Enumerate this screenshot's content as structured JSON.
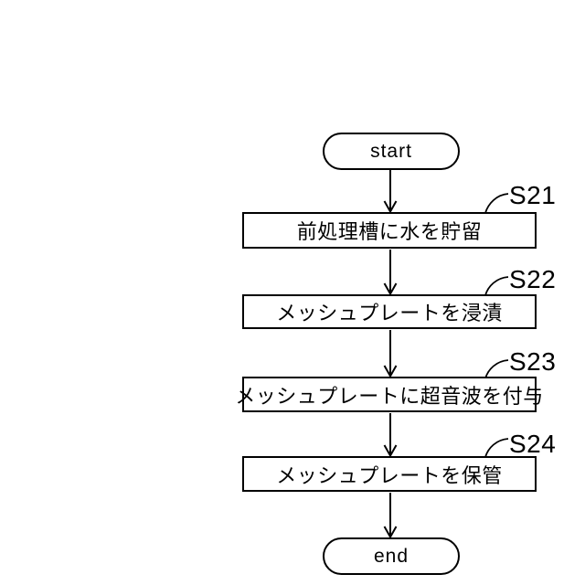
{
  "figure": {
    "type": "flowchart",
    "start_label": "start",
    "end_label": "end",
    "steps": [
      {
        "id": "S21",
        "text": "前処理槽に水を貯留"
      },
      {
        "id": "S22",
        "text": "メッシュプレートを浸漬"
      },
      {
        "id": "S23",
        "text": "メッシュプレートに超音波を付与"
      },
      {
        "id": "S24",
        "text": "メッシュプレートを保管"
      }
    ],
    "colors": {
      "line": "#000000",
      "background": "#ffffff",
      "text": "#000000"
    }
  }
}
